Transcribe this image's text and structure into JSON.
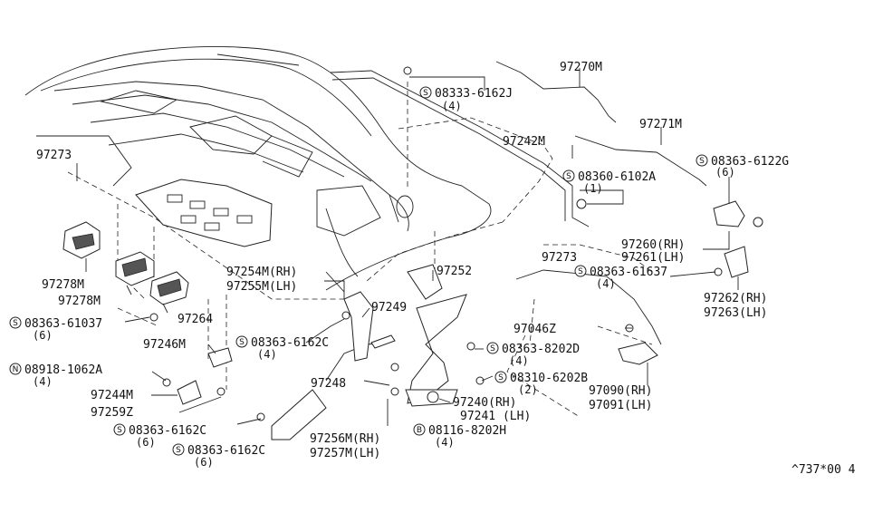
{
  "markers": {
    "s": "S",
    "n": "N",
    "b": "B"
  },
  "labels": {
    "p97270m": "97270M",
    "p08333": "08333-6162J",
    "p97271m": "97271M",
    "p97273": "97273",
    "p97242m": "97242M",
    "p08363_6122g": "08363-6122G",
    "p08360": "08360-6102A",
    "p97260m": "97260(RH)",
    "p97261m": "97261(LH)",
    "p08363_61637": "08363-61637",
    "p97262m": "97262(RH)",
    "p97263m": "97263(LH)",
    "p97254m": "97254M(RH)",
    "p97255m": "97255M(LH)",
    "p97252": "97252",
    "p97278m": "97278M",
    "p97249": "97249",
    "p97264": "97264",
    "p08363_61037": "08363-61037",
    "p97046z": "97046Z",
    "p08363_6162c": "08363-6162C",
    "p97246m": "97246M",
    "p08363_8202d": "08363-8202D",
    "p08918": "08918-1062A",
    "p08310": "08310-6202B",
    "p97248": "97248",
    "p97090": "97090(RH)",
    "p97244m": "97244M",
    "p97240": "97240(RH)",
    "p97091": "97091(LH)",
    "p97259z": "97259Z",
    "p97241": "97241 (LH)",
    "p08116": "08116-8202H",
    "p97256m": "97256M(RH)",
    "p97257m": "97257M(LH)",
    "q1": "(1)",
    "q2": "(2)",
    "q4": "(4)",
    "q6": "(6)",
    "code": "^737*00 4"
  }
}
